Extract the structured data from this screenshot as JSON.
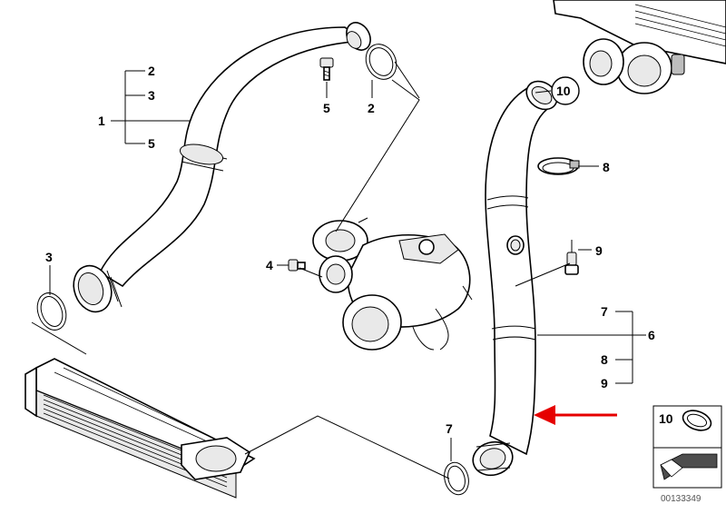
{
  "diagram": {
    "reference_number": "00133349",
    "callouts": {
      "group_left": {
        "main": "1",
        "subs": [
          "2",
          "3",
          "5"
        ]
      },
      "seal_right_of_bolt": "2",
      "bolt_top": "5",
      "seal_left": "3",
      "bolt_left": "4",
      "circled_clamp_top": "10",
      "clamp_right": "8",
      "sensor_right": "9",
      "group_right": {
        "main": "6",
        "subs": [
          "7",
          "8",
          "9"
        ]
      },
      "seal_bottom": "7",
      "legend_clamp": "10"
    },
    "colors": {
      "arrow": "#e60000",
      "line": "#000000",
      "background": "#ffffff"
    }
  }
}
